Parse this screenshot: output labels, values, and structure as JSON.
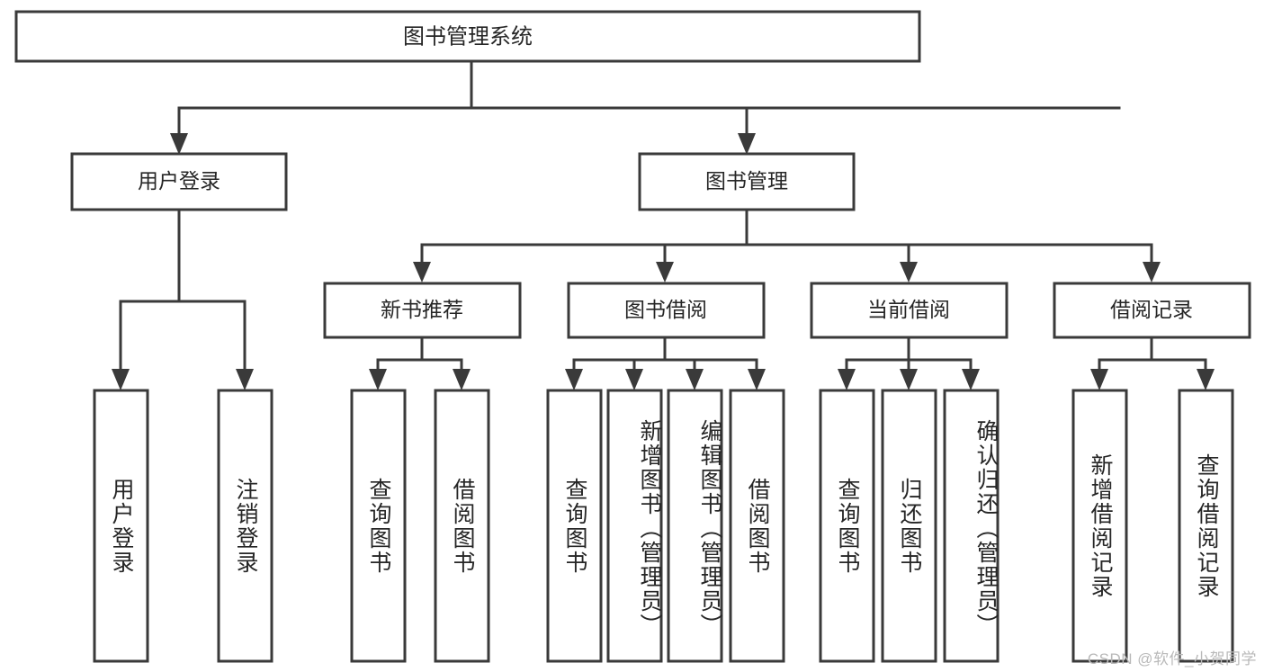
{
  "diagram": {
    "title": "图书管理系统",
    "type": "tree",
    "orientation": "top-down",
    "theme": {
      "background": "#ffffff",
      "box_fill": "#ffffff",
      "box_stroke": "#3a3a3a",
      "text_color": "#262626",
      "watermark_color": "#b9b9b9"
    },
    "root": {
      "label": "图书管理系统"
    },
    "level2": [
      {
        "label": "用户登录"
      },
      {
        "label": "图书管理"
      }
    ],
    "level3": [
      {
        "label": "新书推荐"
      },
      {
        "label": "图书借阅"
      },
      {
        "label": "当前借阅"
      },
      {
        "label": "借阅记录"
      }
    ],
    "leaves": {
      "user_login": [
        {
          "label": "用户登录"
        },
        {
          "label": "注销登录"
        }
      ],
      "new_book_recommend": [
        {
          "label": "查询图书"
        },
        {
          "label": "借阅图书"
        }
      ],
      "book_borrow": [
        {
          "label": "查询图书"
        },
        {
          "label": "新增图书（管理员）"
        },
        {
          "label": "编辑图书（管理员）"
        },
        {
          "label": "借阅图书"
        }
      ],
      "current_borrow": [
        {
          "label": "查询图书"
        },
        {
          "label": "归还图书"
        },
        {
          "label": "确认归还（管理员）"
        }
      ],
      "borrow_record": [
        {
          "label": "新增借阅记录"
        },
        {
          "label": "查询借阅记录"
        }
      ]
    },
    "watermark": "CSDN @软件_小贺同学"
  }
}
